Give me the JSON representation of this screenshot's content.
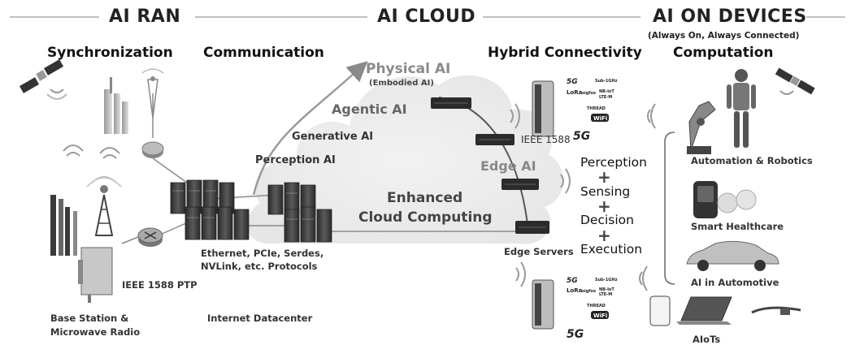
{
  "headers": {
    "ai_ran": "AI RAN",
    "ai_cloud": "AI CLOUD",
    "ai_on_devices": "AI ON DEVICES",
    "ai_on_devices_sub": "(Always On, Always Connected)"
  },
  "sections": {
    "synchronization": "Synchronization",
    "communication": "Communication",
    "hybrid_connectivity": "Hybrid Connectivity",
    "computation": "Computation"
  },
  "ai_levels": {
    "physical": "Physical AI",
    "physical_sub": "(Embodied AI)",
    "agentic": "Agentic AI",
    "generative": "Generative AI",
    "perception": "Perception AI",
    "edge": "Edge  AI"
  },
  "cloud": {
    "line1": "Enhanced",
    "line2": "Cloud Computing"
  },
  "labels": {
    "ieee_ptp": "IEEE 1588 PTP",
    "base_station_1": "Base Station &",
    "base_station_2": "Microwave Radio",
    "protocols_1": "Ethernet, PCIe, Serdes,",
    "protocols_2": "NVLink, etc. Protocols",
    "internet_dc": "Internet Datacenter",
    "ieee_1588": "IEEE 1588",
    "edge_servers": "Edge Servers"
  },
  "flow": {
    "perception": "Perception",
    "sensing": "Sensing",
    "decision": "Decision",
    "execution": "Execution",
    "plus": "+"
  },
  "devices": {
    "automation": "Automation & Robotics",
    "healthcare": "Smart Healthcare",
    "automotive": "AI in Automotive",
    "aiots": "AIoTs"
  },
  "protocols": {
    "5g": "5G",
    "sub_ghz": "Sub-1GHz",
    "lora": "LoRa",
    "sigfox": "sigfox",
    "nbiot": "NB-IoT",
    "ltem": "LTE-M",
    "thread": "THREAD",
    "wifi": "WiFi"
  }
}
